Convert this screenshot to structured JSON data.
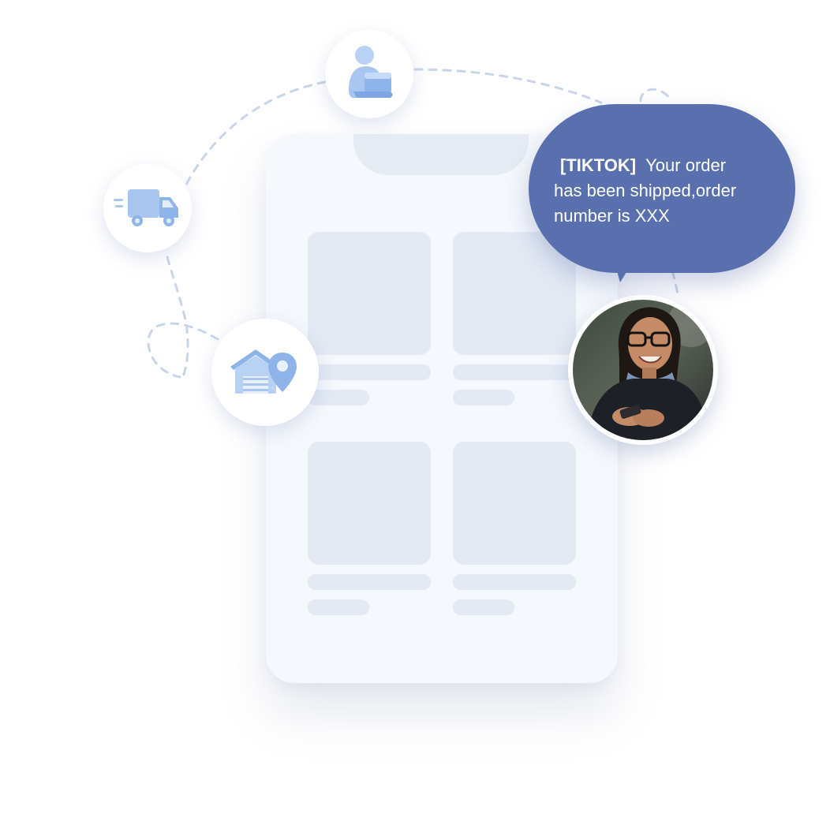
{
  "notification": {
    "tag": "[TIKTOK]",
    "line1": "Your order",
    "line2": "has been shipped,order",
    "line3": "number is XXX"
  },
  "icons": {
    "courier": "courier-with-package-icon",
    "truck": "delivery-truck-icon",
    "warehouse": "warehouse-location-icon"
  },
  "colors": {
    "bubble": "#5a6fae",
    "route": "#c9d6ea",
    "icon_light": "#b9d2f4",
    "icon_mid": "#8fb4ea",
    "phone": "#f5f8fc",
    "placeholder": "#e3eaf4"
  }
}
